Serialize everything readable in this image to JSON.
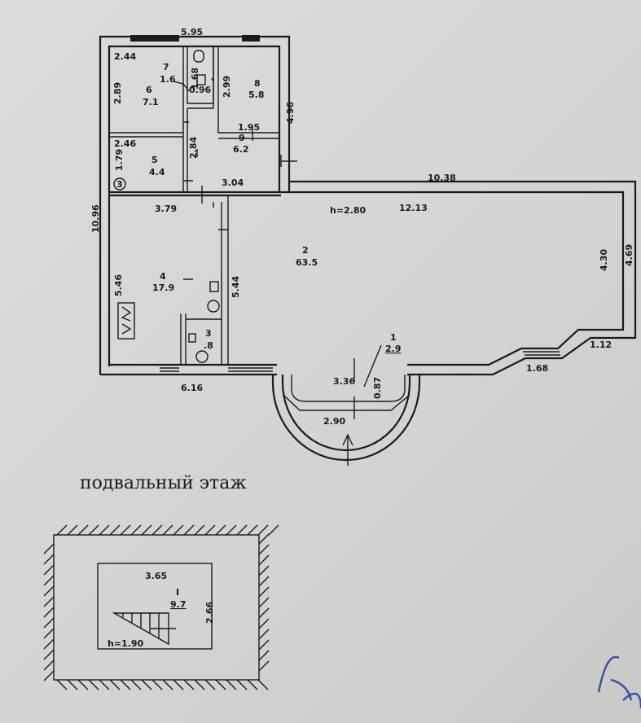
{
  "plan": {
    "caption": "подвальный этаж",
    "dimensions": {
      "top_width": "5.95",
      "r6_width": "2.44",
      "r6_height": "2.89",
      "r7_height": "1.68",
      "r7_width": "0.96",
      "r8_height": "2.99",
      "right_top_height": "4.96",
      "r8_width": "1.95",
      "r5_width": "2.46",
      "r5_height": "1.79",
      "r9_height": "2.84",
      "r9_width": "3.04",
      "main_length": "10.38",
      "total_height": "10.96",
      "r4_width": "3.79",
      "ceiling_height": "h=2.80",
      "r2_length": "12.13",
      "r2_height": "4.30",
      "right_height": "4.69",
      "r4_height": "5.46",
      "r2_left_height": "5.44",
      "notch_depth": "1.12",
      "notch_width": "1.68",
      "porch_width": "3.36",
      "porch_depth": "0.87",
      "bottom_left_width": "6.16",
      "porch_bottom": "2.90"
    },
    "rooms": [
      {
        "number": "1",
        "area": "2.9"
      },
      {
        "number": "2",
        "area": "63.5"
      },
      {
        "number": "3",
        "area": ".8"
      },
      {
        "number": "4",
        "area": "17.9"
      },
      {
        "number": "5",
        "area": "4.4"
      },
      {
        "number": "6",
        "area": "7.1"
      },
      {
        "number": "7",
        "area": "1.6"
      },
      {
        "number": "8",
        "area": "5.8"
      },
      {
        "number": "9",
        "area": "6.2"
      }
    ],
    "stair_marker": "3"
  },
  "basement": {
    "width": "3.65",
    "height": "2.66",
    "room_number": "I",
    "area": "9.7",
    "ceiling_height": "h=1.90"
  }
}
